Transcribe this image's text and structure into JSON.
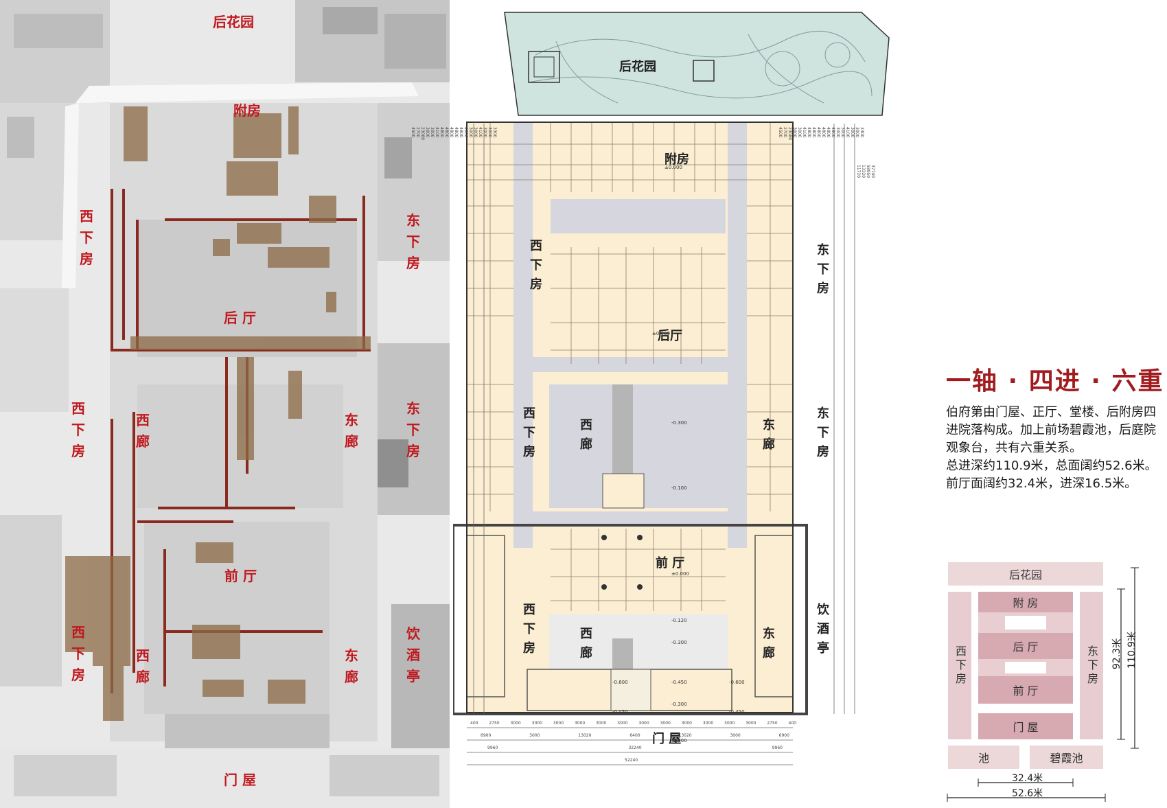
{
  "aerial": {
    "labels": {
      "rear_garden": "后花园",
      "annex": "附房",
      "west_lower_1": "西下房",
      "east_lower_1": "东下房",
      "rear_hall": "后 厅",
      "west_lower_2": "西下房",
      "west_corridor_1": "西廊",
      "east_corridor_1": "东廊",
      "east_lower_2": "东下房",
      "front_hall": "前 厅",
      "west_lower_3": "西下房",
      "west_corridor_2": "西廊",
      "east_corridor_2": "东廊",
      "wine_pavilion": "饮酒亭",
      "gate_house": "门 屋"
    }
  },
  "plan": {
    "labels": {
      "rear_garden": "后花园",
      "annex": "附房",
      "west_lower_1": "西下房",
      "east_lower_1": "东下房",
      "rear_hall": "后厅",
      "west_lower_2": "西下房",
      "east_lower_2": "东下房",
      "west_corridor_1": "西廊",
      "east_corridor_1": "东廊",
      "front_hall": "前 厅",
      "west_lower_3": "西下房",
      "west_corridor_2": "西廊",
      "east_corridor_2": "东廊",
      "wine_pavilion": "饮酒亭",
      "gate_house": "门 屋"
    },
    "elevations": {
      "annex": "±0.000",
      "rear_hall": "±0.000",
      "front_hall": "±0.000",
      "court_1": "-0.300",
      "court_2": "-0.100",
      "front_step": "-0.120",
      "court_3": "-0.300",
      "gate_l": "-0.600",
      "gate_c": "-0.450",
      "gate_r": "-0.600",
      "gate_ll": "-0.450",
      "gate_cc": "-0.300",
      "gate_rr": "-0.450",
      "gate_front": "-0.600"
    },
    "bottom_dims": {
      "row1": [
        "400",
        "2750",
        "3000",
        "3000",
        "3000",
        "3000",
        "3000",
        "3000",
        "3000",
        "3000",
        "3000",
        "3000",
        "3000",
        "3000",
        "2750",
        "400"
      ],
      "row2": [
        "6900",
        "3000",
        "13020",
        "6400",
        "13020",
        "3000",
        "6900"
      ],
      "row3": [
        "9960",
        "32240",
        "9960"
      ],
      "row4": "52240"
    },
    "left_dims": [
      "3300",
      "3000",
      "3000",
      "4100",
      "3000",
      "3000",
      "4800",
      "4800",
      "4800",
      "4800",
      "4800",
      "4800",
      "4100",
      "3000",
      "3000",
      "23080",
      "2700",
      "4500"
    ],
    "right_dims": [
      "3300",
      "3000",
      "3000",
      "4100",
      "3000",
      "3000",
      "4800",
      "4800",
      "4800",
      "4800",
      "4800",
      "4800",
      "4100",
      "3000",
      "3000",
      "23080",
      "2700",
      "4500"
    ],
    "right_totals": [
      "37740",
      "58950",
      "13320",
      "11720"
    ]
  },
  "heading": "一轴 · 四进 · 六重",
  "description": [
    "伯府第由门屋、正厅、堂楼、后附房四进院落构成。加上前场碧霞池，后庭院观象台，共有六重关系。",
    "总进深约110.9米，总面阔约52.6米。前厅面阔约32.4米，进深16.5米。"
  ],
  "schema": {
    "rear_garden": "后花园",
    "annex": "附 房",
    "rear_hall": "后 厅",
    "front_hall": "前 厅",
    "gate_house": "门 屋",
    "west": "西下房",
    "east": "东下房",
    "pond_left": "池",
    "pond_right": "碧霞池",
    "depth_inner": "92.3米",
    "depth_total": "110.9米",
    "width_inner": "32.4米",
    "width_total": "52.6米"
  }
}
